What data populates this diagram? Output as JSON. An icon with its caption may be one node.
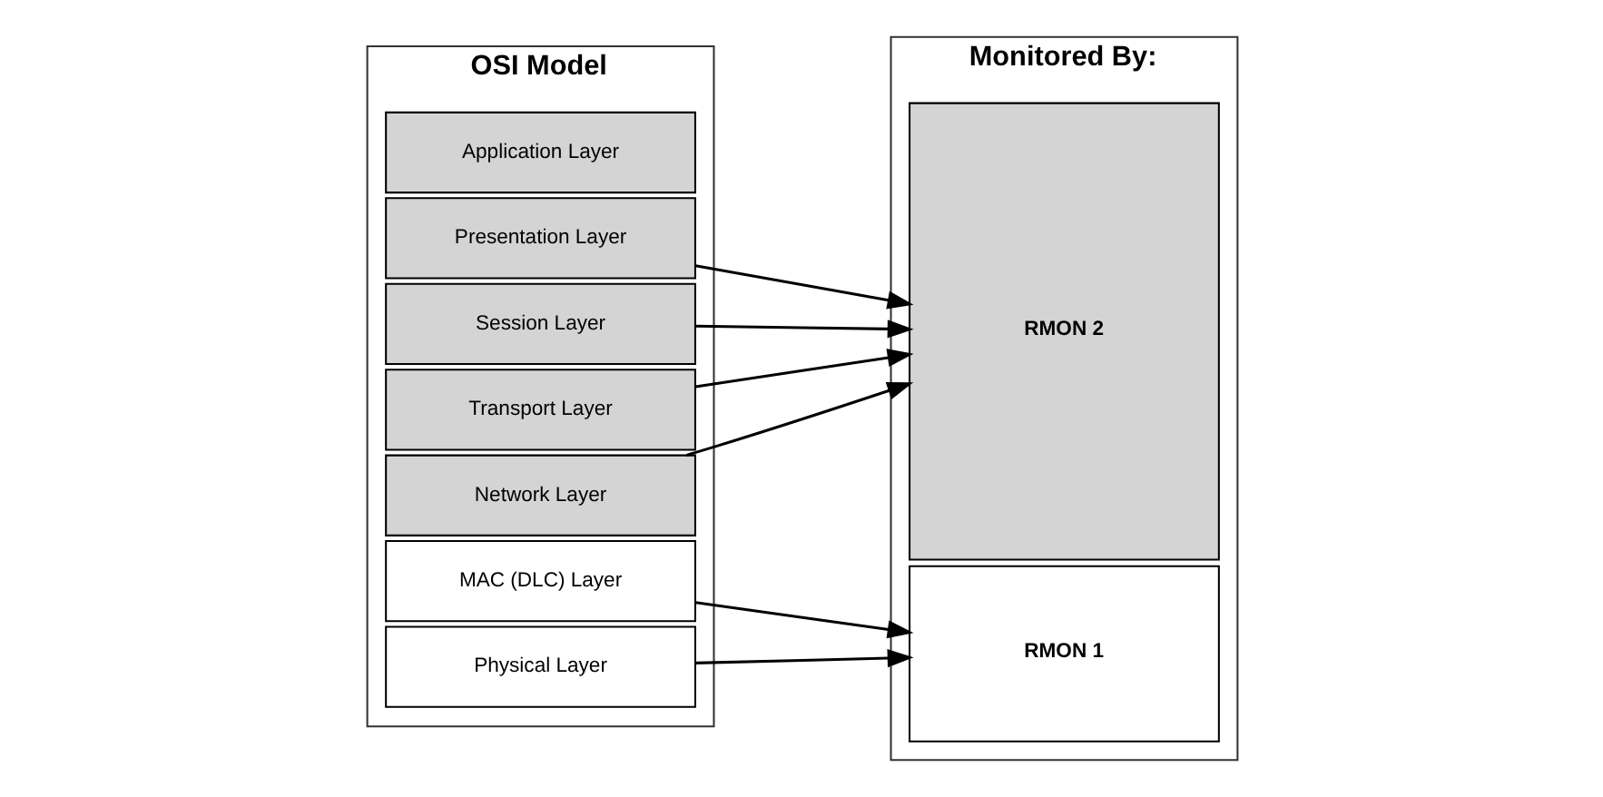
{
  "diagram": {
    "nodes": [
      {
        "text": [
          "OSI Model"
        ]
      },
      {
        "text": [
          "Application Layer"
        ],
        "in": 0
      },
      {
        "text": [
          "Presentation Layer"
        ],
        "in": 0
      },
      {
        "text": [
          "Session Layer"
        ],
        "in": 0
      },
      {
        "text": [
          "Transport Layer"
        ],
        "in": 0
      },
      {
        "text": [
          "Network Layer"
        ],
        "in": 0
      },
      {
        "text": [
          "MAC (DLC) Layer"
        ],
        "in": 0
      },
      {
        "text": [
          "Physical Layer"
        ],
        "in": 0
      },
      {
        "text": [
          "Monitored By:"
        ]
      },
      {
        "text": [
          "RMON 2"
        ],
        "in": 8
      },
      {
        "text": [
          "RMON 1"
        ],
        "in": 8
      }
    ],
    "edges": [
      {
        "from": 2,
        "to": 9,
        "arrow": "to"
      },
      {
        "from": 3,
        "to": 9,
        "arrow": "to"
      },
      {
        "from": 4,
        "to": 9,
        "arrow": "to"
      },
      {
        "from": 5,
        "to": 9,
        "arrow": "to"
      },
      {
        "from": 6,
        "to": 10,
        "arrow": "to"
      },
      {
        "from": 7,
        "to": 10,
        "arrow": "to"
      }
    ]
  }
}
